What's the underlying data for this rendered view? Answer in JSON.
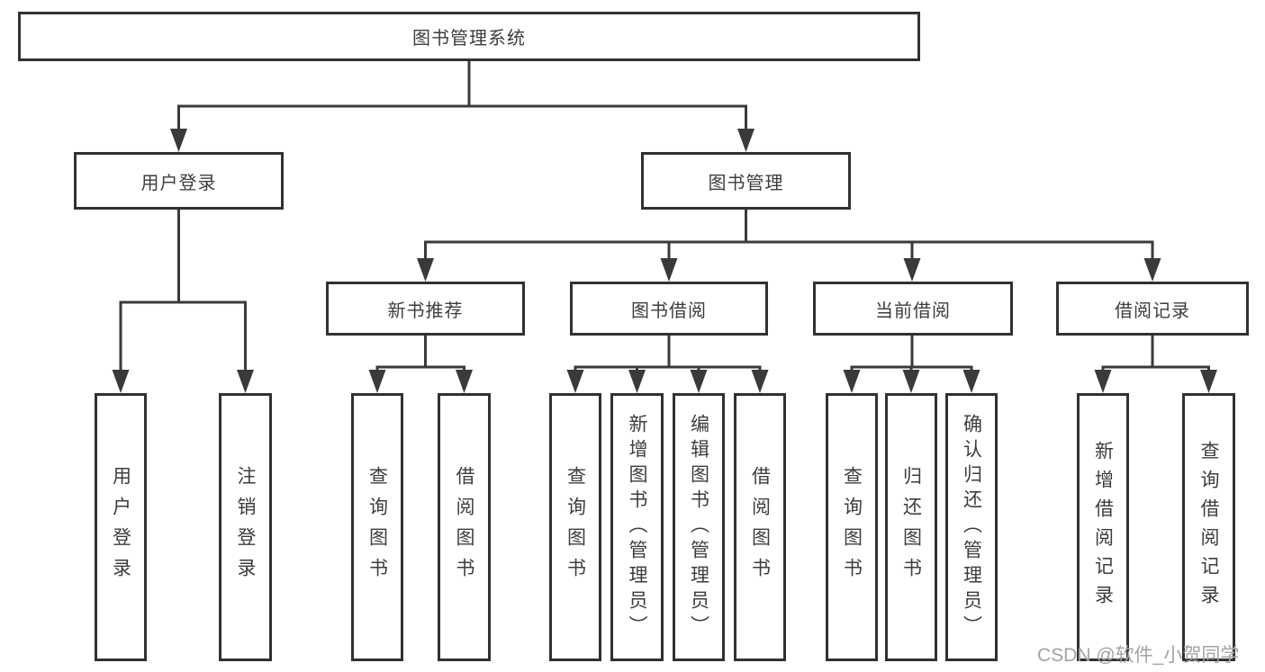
{
  "diagram": {
    "nodes": {
      "root": "图书管理系统",
      "user_login": "用户登录",
      "book_management": "图书管理",
      "new_book_recommend": "新书推荐",
      "book_borrow": "图书借阅",
      "current_borrow": "当前借阅",
      "borrow_record": "借阅记录",
      "leaf_user_login": "用户登录",
      "leaf_logout": "注销登录",
      "leaf_rec_query_book": "查询图书",
      "leaf_rec_borrow_book": "借阅图书",
      "leaf_bor_query_book": "查询图书",
      "leaf_bor_add_book": "新增图书（管理员）",
      "leaf_bor_edit_book": "编辑图书（管理员）",
      "leaf_bor_borrow_book": "借阅图书",
      "leaf_cur_query_book": "查询图书",
      "leaf_cur_return_book": "归还图书",
      "leaf_cur_confirm_return": "确认归还（管理员）",
      "leaf_record_add": "新增借阅记录",
      "leaf_record_query": "查询借阅记录"
    },
    "line_color": "#3a3a3a",
    "border_color": "#313131",
    "text_color": "#3d3d3d"
  },
  "watermark": "CSDN @软件_小贺同学"
}
